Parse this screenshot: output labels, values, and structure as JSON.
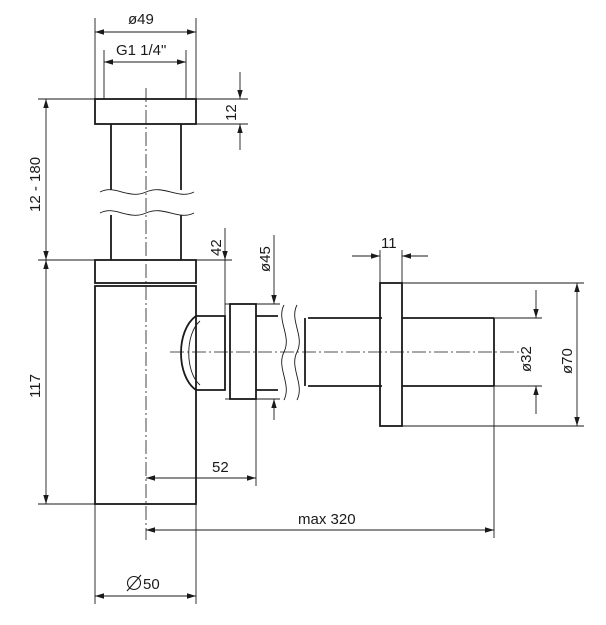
{
  "drawing": {
    "dimensions": {
      "top_outer_diameter": "ø49",
      "thread": "G1 1/4\"",
      "cap_height": "12",
      "adjust_range": "12 - 180",
      "body_offset": "42",
      "outlet_diameter": "ø45",
      "flange_thickness": "11",
      "pipe_diameter": "ø32",
      "flange_diameter": "ø70",
      "body_height": "117",
      "outlet_reach": "52",
      "max_length": "max 320",
      "body_diameter": "50"
    }
  }
}
